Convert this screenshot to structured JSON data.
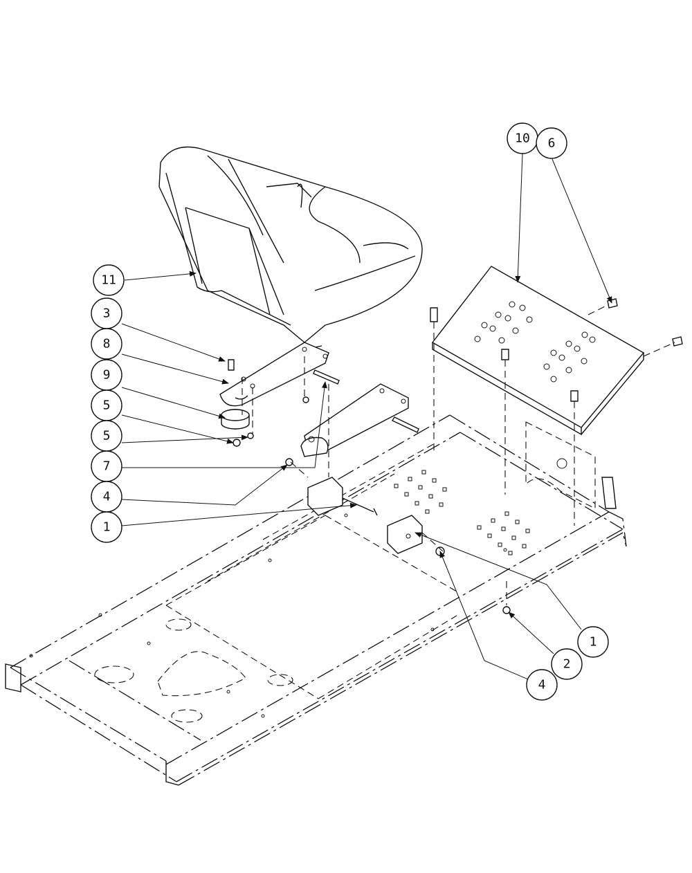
{
  "callouts": [
    {
      "label": "11"
    },
    {
      "label": "3"
    },
    {
      "label": "8"
    },
    {
      "label": "9"
    },
    {
      "label": "5"
    },
    {
      "label": "5"
    },
    {
      "label": "7"
    },
    {
      "label": "4"
    },
    {
      "label": "1"
    },
    {
      "label": "10"
    },
    {
      "label": "6"
    },
    {
      "label": "1"
    },
    {
      "label": "2"
    },
    {
      "label": "4"
    }
  ],
  "colors": {
    "ink": "#111111",
    "paper": "#ffffff"
  }
}
